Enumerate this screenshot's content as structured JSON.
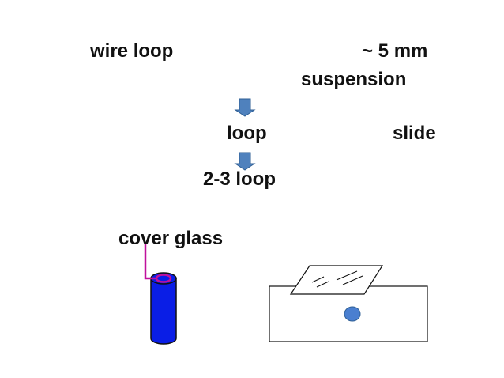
{
  "labels": {
    "wire_loop": "wire loop",
    "measure": "~ 5 mm",
    "suspension": "suspension",
    "loop": "loop",
    "slide": "slide",
    "loop_count": "2-3 loop",
    "cover_glass": "cover glass"
  },
  "colors": {
    "arrow_fill": "#4f81bd",
    "tube_fill": "#0a1ee6",
    "wire_color": "#c0109c",
    "drop_fill": "#4a7fd0",
    "outline": "#111111"
  },
  "icons": [
    "down-arrow-icon",
    "test-tube-icon",
    "wire-loop-icon",
    "slide-icon",
    "cover-glass-icon",
    "drop-icon"
  ]
}
